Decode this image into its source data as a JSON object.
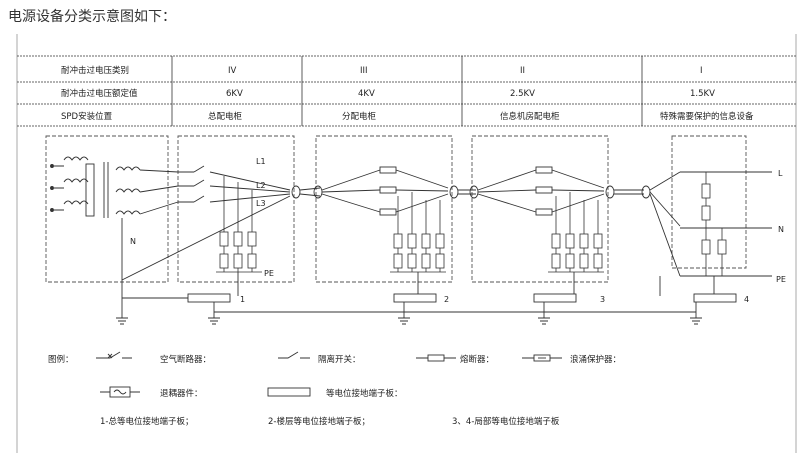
{
  "page": {
    "title": "电源设备分类示意图如下："
  },
  "table": {
    "row_headers": [
      "耐冲击过电压类别",
      "耐冲击过电压额定值",
      "SPD安装位置"
    ],
    "categories": [
      "IV",
      "III",
      "II",
      "I"
    ],
    "ratings": [
      "6KV",
      "4KV",
      "2.5KV",
      "1.5KV"
    ],
    "locations": [
      "总配电柜",
      "分配电柜",
      "信息机房配电柜",
      "特殊需要保护的信息设备"
    ]
  },
  "diagram": {
    "phase_labels": [
      "L1",
      "L2",
      "L3"
    ],
    "n_label": "N",
    "pe_label": "PE",
    "right_labels": {
      "l": "L",
      "n": "N",
      "pe": "PE"
    },
    "terminal_numbers": [
      "1",
      "2",
      "3",
      "4"
    ]
  },
  "legend": {
    "prefix": "图例：",
    "air_breaker": "空气断路器：",
    "isolator": "隔离开关：",
    "fuse": "熔断器：",
    "surge": "浪涌保护器：",
    "decoupler": "退耦器件：",
    "terminal": "等电位接地端子板：",
    "note1": "1-总等电位接地端子板；",
    "note2": "2-楼层等电位接地端子板；",
    "note3": "3、4-局部等电位接地端子板"
  }
}
